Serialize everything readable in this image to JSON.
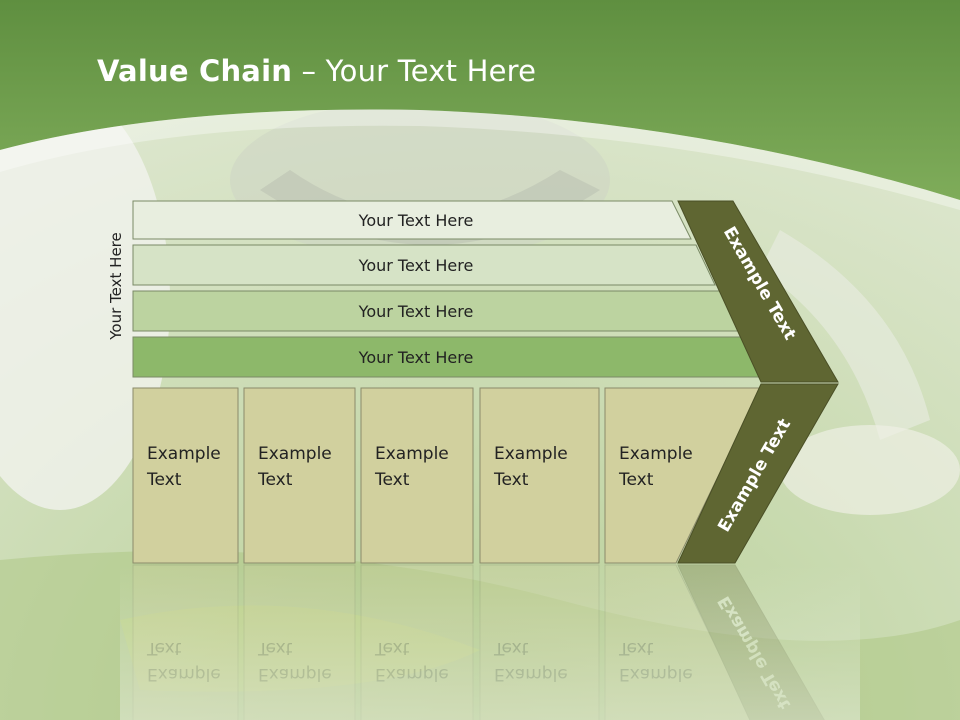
{
  "slide": {
    "title_bold": "Value Chain",
    "title_rest": " – Your Text Here",
    "side_label": "Your Text Here"
  },
  "support_rows": [
    {
      "label": "Your Text Here",
      "color": "#e8eedf"
    },
    {
      "label": "Your Text Here",
      "color": "#d6e3c6"
    },
    {
      "label": "Your Text Here",
      "color": "#bcd3a0"
    },
    {
      "label": "Your Text Here",
      "color": "#8db86a"
    }
  ],
  "primary_boxes": [
    {
      "line1": "Example",
      "line2": "Text"
    },
    {
      "line1": "Example",
      "line2": "Text"
    },
    {
      "line1": "Example",
      "line2": "Text"
    },
    {
      "line1": "Example",
      "line2": "Text"
    },
    {
      "line1": "Example",
      "line2": "Text"
    }
  ],
  "margin_arrow": {
    "upper_label": "Example Text",
    "lower_label": "Example Text",
    "color": "#5f6632"
  },
  "colors": {
    "header_green": "#6f9d4c",
    "box_fill": "#d1d09e",
    "box_stroke": "#8a8a6a"
  }
}
